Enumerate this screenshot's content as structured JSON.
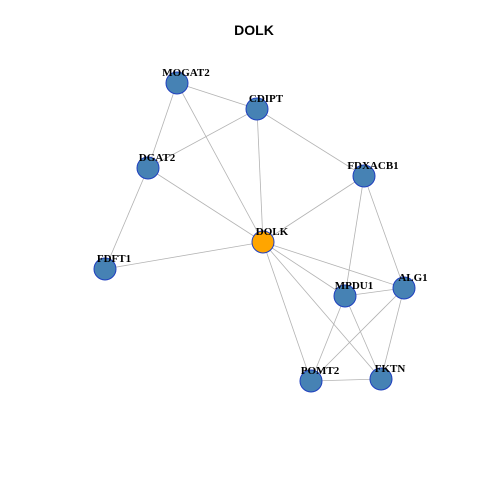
{
  "title": "DOLK",
  "colors": {
    "node_default": "#4682b4",
    "node_focus": "#ffa500",
    "node_stroke": "#1f3fbf",
    "edge": "#b3b3b3"
  },
  "nodes": [
    {
      "id": "MOGAT2",
      "label": "MOGAT2",
      "focus": false
    },
    {
      "id": "CDIPT",
      "label": "CDIPT",
      "focus": false
    },
    {
      "id": "DGAT2",
      "label": "DGAT2",
      "focus": false
    },
    {
      "id": "FDXACB1",
      "label": "FDXACB1",
      "focus": false
    },
    {
      "id": "DOLK",
      "label": "DOLK",
      "focus": true
    },
    {
      "id": "FDFT1",
      "label": "FDFT1",
      "focus": false
    },
    {
      "id": "ALG1",
      "label": "ALG1",
      "focus": false
    },
    {
      "id": "MPDU1",
      "label": "MPDU1",
      "focus": false
    },
    {
      "id": "POMT2",
      "label": "POMT2",
      "focus": false
    },
    {
      "id": "FKTN",
      "label": "FKTN",
      "focus": false
    }
  ],
  "edges": [
    [
      "MOGAT2",
      "CDIPT"
    ],
    [
      "MOGAT2",
      "DGAT2"
    ],
    [
      "MOGAT2",
      "DOLK"
    ],
    [
      "CDIPT",
      "DGAT2"
    ],
    [
      "CDIPT",
      "DOLK"
    ],
    [
      "CDIPT",
      "FDXACB1"
    ],
    [
      "DGAT2",
      "DOLK"
    ],
    [
      "DGAT2",
      "FDFT1"
    ],
    [
      "FDFT1",
      "DOLK"
    ],
    [
      "FDXACB1",
      "DOLK"
    ],
    [
      "FDXACB1",
      "MPDU1"
    ],
    [
      "FDXACB1",
      "ALG1"
    ],
    [
      "DOLK",
      "ALG1"
    ],
    [
      "DOLK",
      "MPDU1"
    ],
    [
      "DOLK",
      "POMT2"
    ],
    [
      "DOLK",
      "FKTN"
    ],
    [
      "MPDU1",
      "ALG1"
    ],
    [
      "MPDU1",
      "POMT2"
    ],
    [
      "MPDU1",
      "FKTN"
    ],
    [
      "ALG1",
      "POMT2"
    ],
    [
      "ALG1",
      "FKTN"
    ],
    [
      "POMT2",
      "FKTN"
    ]
  ]
}
